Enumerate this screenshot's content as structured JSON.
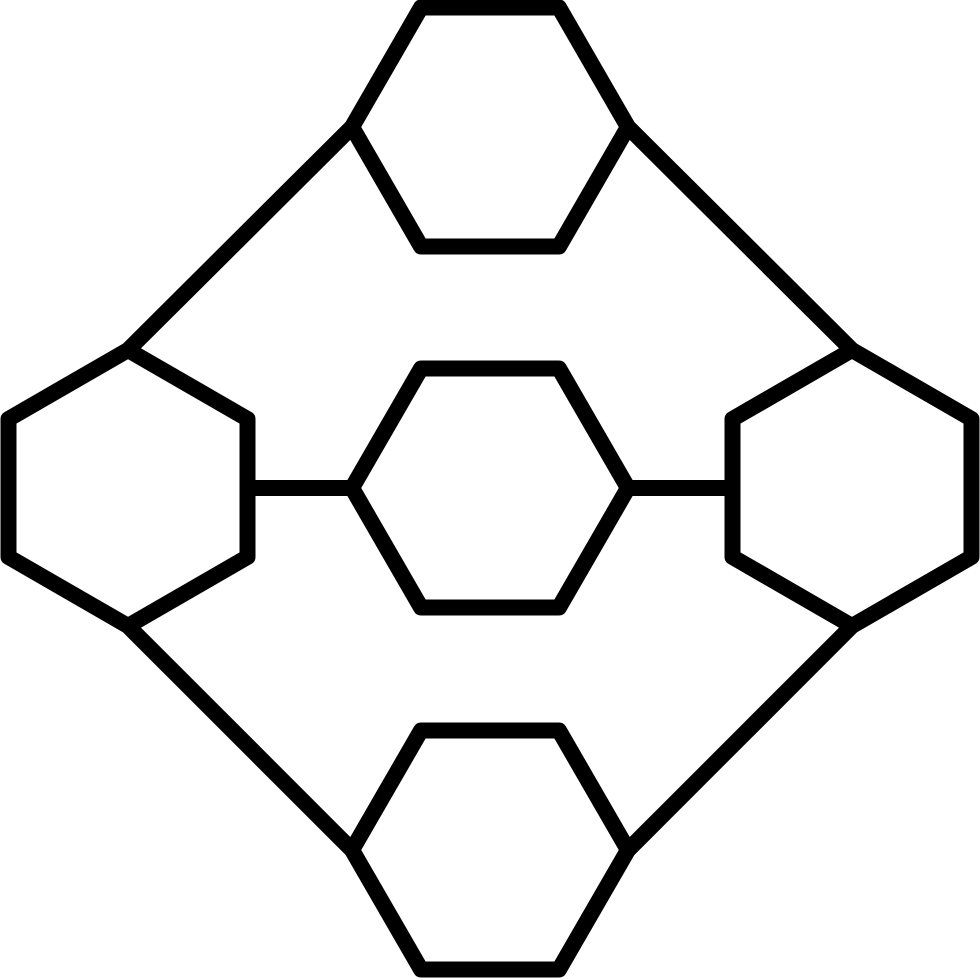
{
  "diagram": {
    "type": "hexagon-network-icon",
    "colors": {
      "stroke": "#000000",
      "background": "#ffffff",
      "fill": "#ffffff"
    },
    "nodes": [
      {
        "id": "top",
        "shape": "hexagon"
      },
      {
        "id": "left",
        "shape": "hexagon"
      },
      {
        "id": "center",
        "shape": "hexagon"
      },
      {
        "id": "right",
        "shape": "hexagon"
      },
      {
        "id": "bottom",
        "shape": "hexagon"
      }
    ],
    "edges": [
      {
        "from": "top",
        "to": "left"
      },
      {
        "from": "top",
        "to": "right"
      },
      {
        "from": "left",
        "to": "center"
      },
      {
        "from": "center",
        "to": "right"
      },
      {
        "from": "left",
        "to": "bottom"
      },
      {
        "from": "right",
        "to": "bottom"
      }
    ]
  }
}
